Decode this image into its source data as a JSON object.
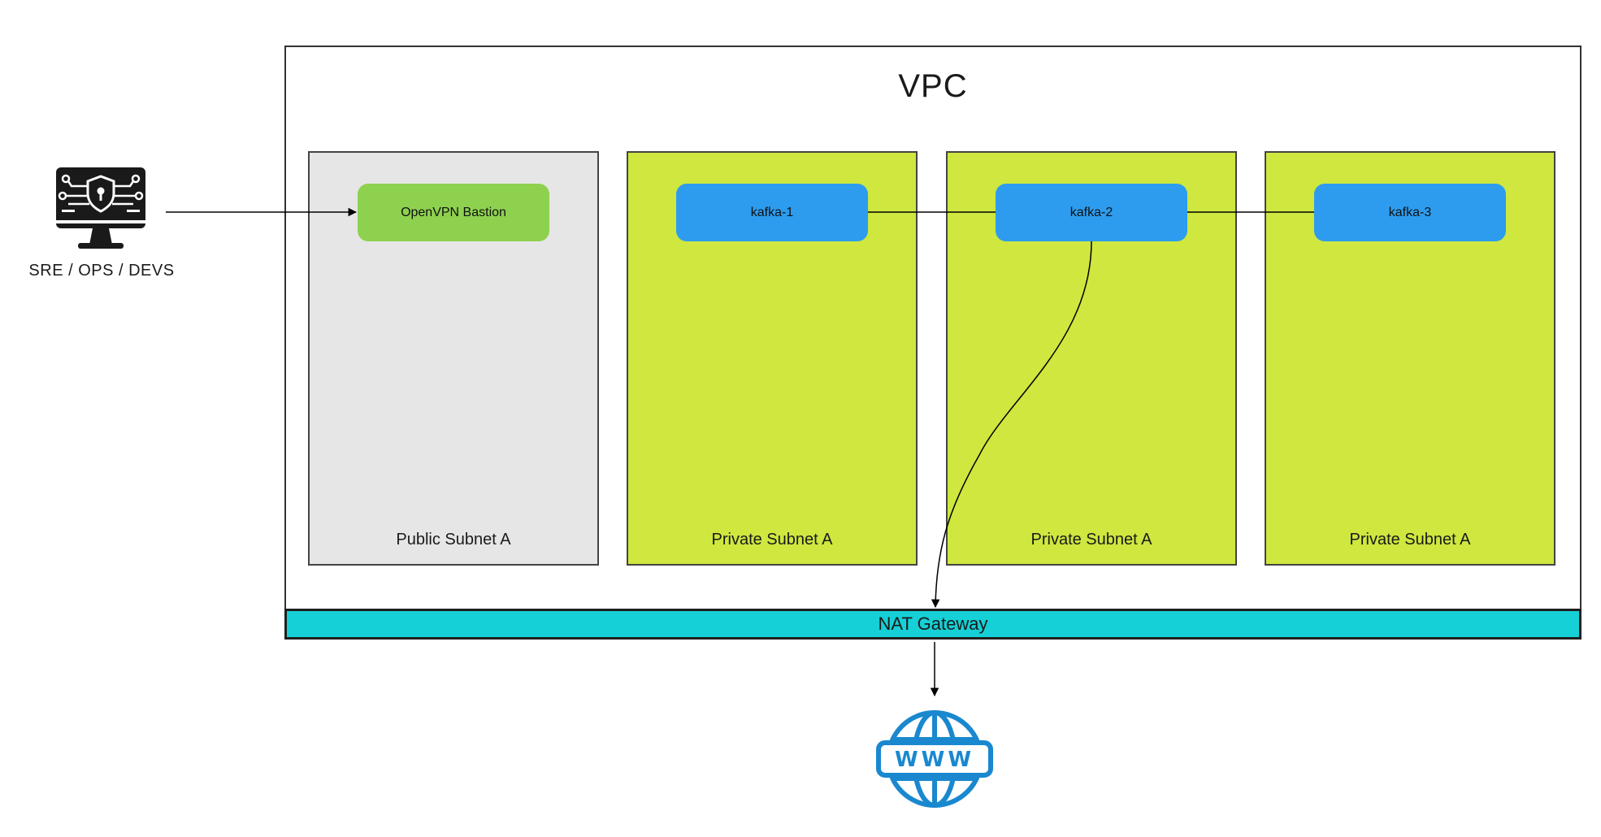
{
  "vpc": {
    "title": "VPC"
  },
  "user": {
    "label": "SRE / OPS / DEVS",
    "icon": "secure-computer-icon"
  },
  "subnets": [
    {
      "label": "Public Subnet A",
      "color": "#e6e6e6"
    },
    {
      "label": "Private Subnet A",
      "color": "#cfe73f"
    },
    {
      "label": "Private Subnet A",
      "color": "#cfe73f"
    },
    {
      "label": "Private Subnet A",
      "color": "#cfe73f"
    }
  ],
  "nodes": {
    "bastion": {
      "label": "OpenVPN Bastion",
      "color": "#8ed14f"
    },
    "kafka": [
      {
        "label": "kafka-1",
        "color": "#2d9cee"
      },
      {
        "label": "kafka-2",
        "color": "#2d9cee"
      },
      {
        "label": "kafka-3",
        "color": "#2d9cee"
      }
    ]
  },
  "nat": {
    "label": "NAT Gateway",
    "color": "#15d0d6"
  },
  "internet": {
    "icon": "www-globe-icon",
    "text": "WWW",
    "color": "#1a88cf"
  }
}
